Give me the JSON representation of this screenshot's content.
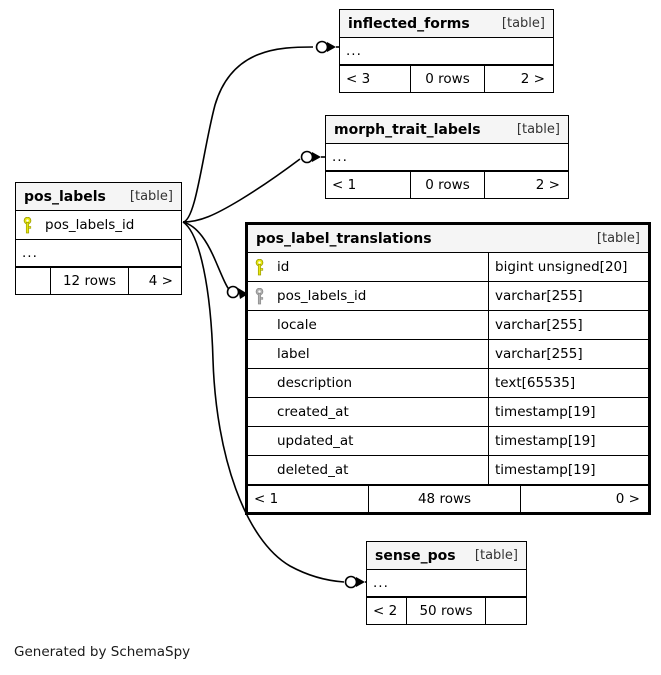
{
  "diagram": {
    "generator_note": "Generated by SchemaSpy",
    "table_tag": "[table]",
    "ellipsis": "...",
    "colors": {
      "primary_key": "#e8e80f",
      "foreign_key": "#b0b0b0",
      "header_background": "#f5f5f5",
      "border": "#000000",
      "background": "#ffffff"
    }
  },
  "tables": [
    {
      "id": "inflected_forms",
      "name": "inflected_forms",
      "tag": "[table]",
      "focus": false,
      "has_ellipsis_row": true,
      "columns": [],
      "footer": {
        "parents": "< 3",
        "rows": "0 rows",
        "children": "2 >"
      }
    },
    {
      "id": "morph_trait_labels",
      "name": "morph_trait_labels",
      "tag": "[table]",
      "focus": false,
      "has_ellipsis_row": true,
      "columns": [],
      "footer": {
        "parents": "< 1",
        "rows": "0 rows",
        "children": "2 >"
      }
    },
    {
      "id": "pos_labels",
      "name": "pos_labels",
      "tag": "[table]",
      "focus": false,
      "has_ellipsis_row": true,
      "columns": [
        {
          "name": "pos_labels_id",
          "type": "",
          "key": "primary"
        }
      ],
      "footer": {
        "parents": "",
        "rows": "12 rows",
        "children": "4 >"
      }
    },
    {
      "id": "pos_label_translations",
      "name": "pos_label_translations",
      "tag": "[table]",
      "focus": true,
      "has_ellipsis_row": false,
      "columns": [
        {
          "name": "id",
          "type": "bigint unsigned[20]",
          "key": "primary"
        },
        {
          "name": "pos_labels_id",
          "type": "varchar[255]",
          "key": "foreign"
        },
        {
          "name": "locale",
          "type": "varchar[255]",
          "key": "none"
        },
        {
          "name": "label",
          "type": "varchar[255]",
          "key": "none"
        },
        {
          "name": "description",
          "type": "text[65535]",
          "key": "none"
        },
        {
          "name": "created_at",
          "type": "timestamp[19]",
          "key": "none"
        },
        {
          "name": "updated_at",
          "type": "timestamp[19]",
          "key": "none"
        },
        {
          "name": "deleted_at",
          "type": "timestamp[19]",
          "key": "none"
        }
      ],
      "footer": {
        "parents": "< 1",
        "rows": "48 rows",
        "children": "0 >"
      }
    },
    {
      "id": "sense_pos",
      "name": "sense_pos",
      "tag": "[table]",
      "focus": false,
      "has_ellipsis_row": true,
      "columns": [],
      "footer": {
        "parents": "< 2",
        "rows": "50 rows",
        "children": ""
      }
    }
  ],
  "relationships": [
    {
      "from": "pos_labels",
      "to": "inflected_forms"
    },
    {
      "from": "pos_labels",
      "to": "morph_trait_labels"
    },
    {
      "from": "pos_labels",
      "to": "pos_label_translations"
    },
    {
      "from": "pos_labels",
      "to": "sense_pos"
    }
  ]
}
